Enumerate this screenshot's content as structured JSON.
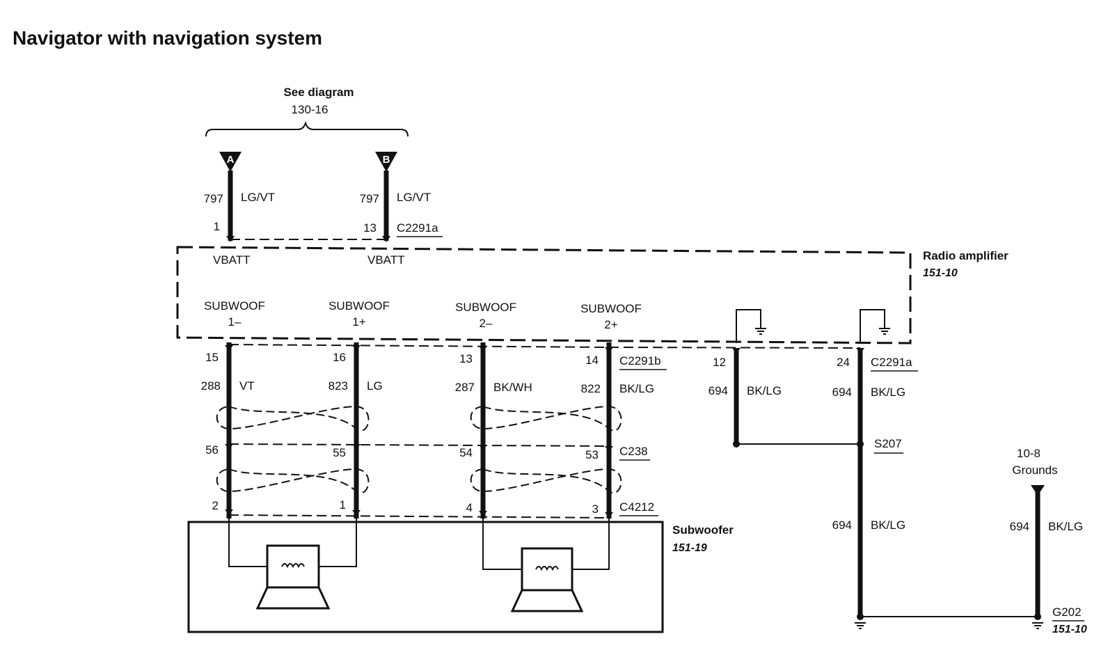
{
  "title": "Navigator with navigation system",
  "see_diagram": {
    "label": "See diagram",
    "ref": "130-16"
  },
  "inputs": [
    {
      "letter": "A",
      "circuit": "797",
      "color": "LG/VT",
      "pin": "1",
      "func": "VBATT"
    },
    {
      "letter": "B",
      "circuit": "797",
      "color": "LG/VT",
      "pin": "13",
      "func": "VBATT"
    }
  ],
  "top_connector": "C2291a",
  "radio_amplifier": {
    "name": "Radio amplifier",
    "ref": "151-10"
  },
  "subwoofer_outputs": [
    {
      "name": "SUBWOOF",
      "polarity": "1–",
      "pin_top": "15",
      "circuit": "288",
      "color": "VT",
      "pin_mid": "56",
      "pin_bottom": "2"
    },
    {
      "name": "SUBWOOF",
      "polarity": "1+",
      "pin_top": "16",
      "circuit": "823",
      "color": "LG",
      "pin_mid": "55",
      "pin_bottom": "1"
    },
    {
      "name": "SUBWOOF",
      "polarity": "2–",
      "pin_top": "13",
      "circuit": "287",
      "color": "BK/WH",
      "pin_mid": "54",
      "pin_bottom": "4"
    },
    {
      "name": "SUBWOOF",
      "polarity": "2+",
      "pin_top": "14",
      "circuit": "822",
      "color": "BK/LG",
      "pin_mid": "53",
      "pin_bottom": "3"
    }
  ],
  "ground_wires": [
    {
      "pin": "12",
      "circuit": "694",
      "color": "BK/LG"
    },
    {
      "pin": "24",
      "circuit": "694",
      "color": "BK/LG"
    }
  ],
  "connectors": {
    "c2291b": "C2291b",
    "c2291a_right": "C2291a",
    "c238": "C238",
    "c4212": "C4212"
  },
  "splice": "S207",
  "splice_wire": {
    "circuit": "694",
    "color": "BK/LG"
  },
  "grounds_ref": {
    "ref": "10-8",
    "label": "Grounds",
    "circuit": "694",
    "color": "BK/LG"
  },
  "ground_point": {
    "name": "G202",
    "ref": "151-10"
  },
  "subwoofer": {
    "name": "Subwoofer",
    "ref": "151-19"
  }
}
